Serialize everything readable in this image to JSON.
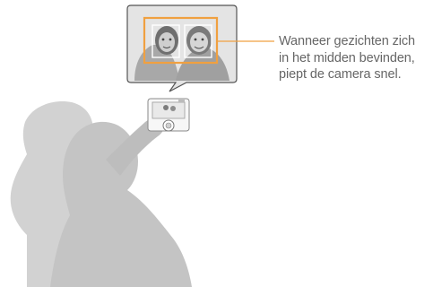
{
  "callout": {
    "lines": [
      "Wanneer gezichten zich",
      "in het midden bevinden,",
      "piept de camera snel."
    ]
  },
  "colors": {
    "accent": "#f0a040",
    "silhouette": "#c9c9c9",
    "silhouette_dark": "#b5b5b5",
    "bubble_border": "#555555",
    "bubble_bg": "#e4e4e4"
  },
  "icons": [
    "camera-icon",
    "face-detection-frame-icon"
  ]
}
